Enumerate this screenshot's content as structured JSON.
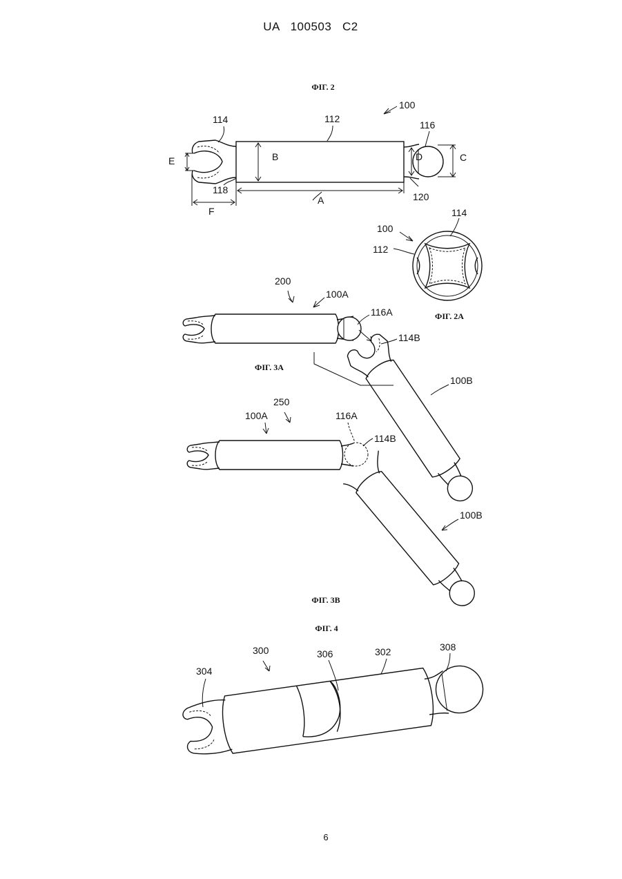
{
  "header": "UA   100503   C2",
  "page_number": "6",
  "figures": {
    "fig2": {
      "caption": "ФІГ. 2",
      "labels": {
        "ref100": "100",
        "ref112": "112",
        "ref114": "114",
        "ref116": "116",
        "ref118": "118",
        "ref120": "120",
        "dimA": "A",
        "dimB": "B",
        "dimC": "C",
        "dimD": "D",
        "dimE": "E",
        "dimF": "F"
      }
    },
    "fig2a": {
      "caption": "ФІГ. 2А",
      "labels": {
        "ref100": "100",
        "ref112": "112",
        "ref114": "114"
      }
    },
    "fig3a": {
      "caption": "ФІГ. 3А",
      "labels": {
        "ref200": "200",
        "ref100A": "100A",
        "ref116A": "116A",
        "ref114B": "114B",
        "ref100B": "100B"
      }
    },
    "fig3b": {
      "caption": "ФІГ. 3В",
      "labels": {
        "ref250": "250",
        "ref100A": "100A",
        "ref116A": "116A",
        "ref114B": "114B",
        "ref100B": "100B"
      }
    },
    "fig4": {
      "caption": "ФІГ. 4",
      "labels": {
        "ref300": "300",
        "ref304": "304",
        "ref306": "306",
        "ref302": "302",
        "ref308": "308"
      }
    }
  }
}
